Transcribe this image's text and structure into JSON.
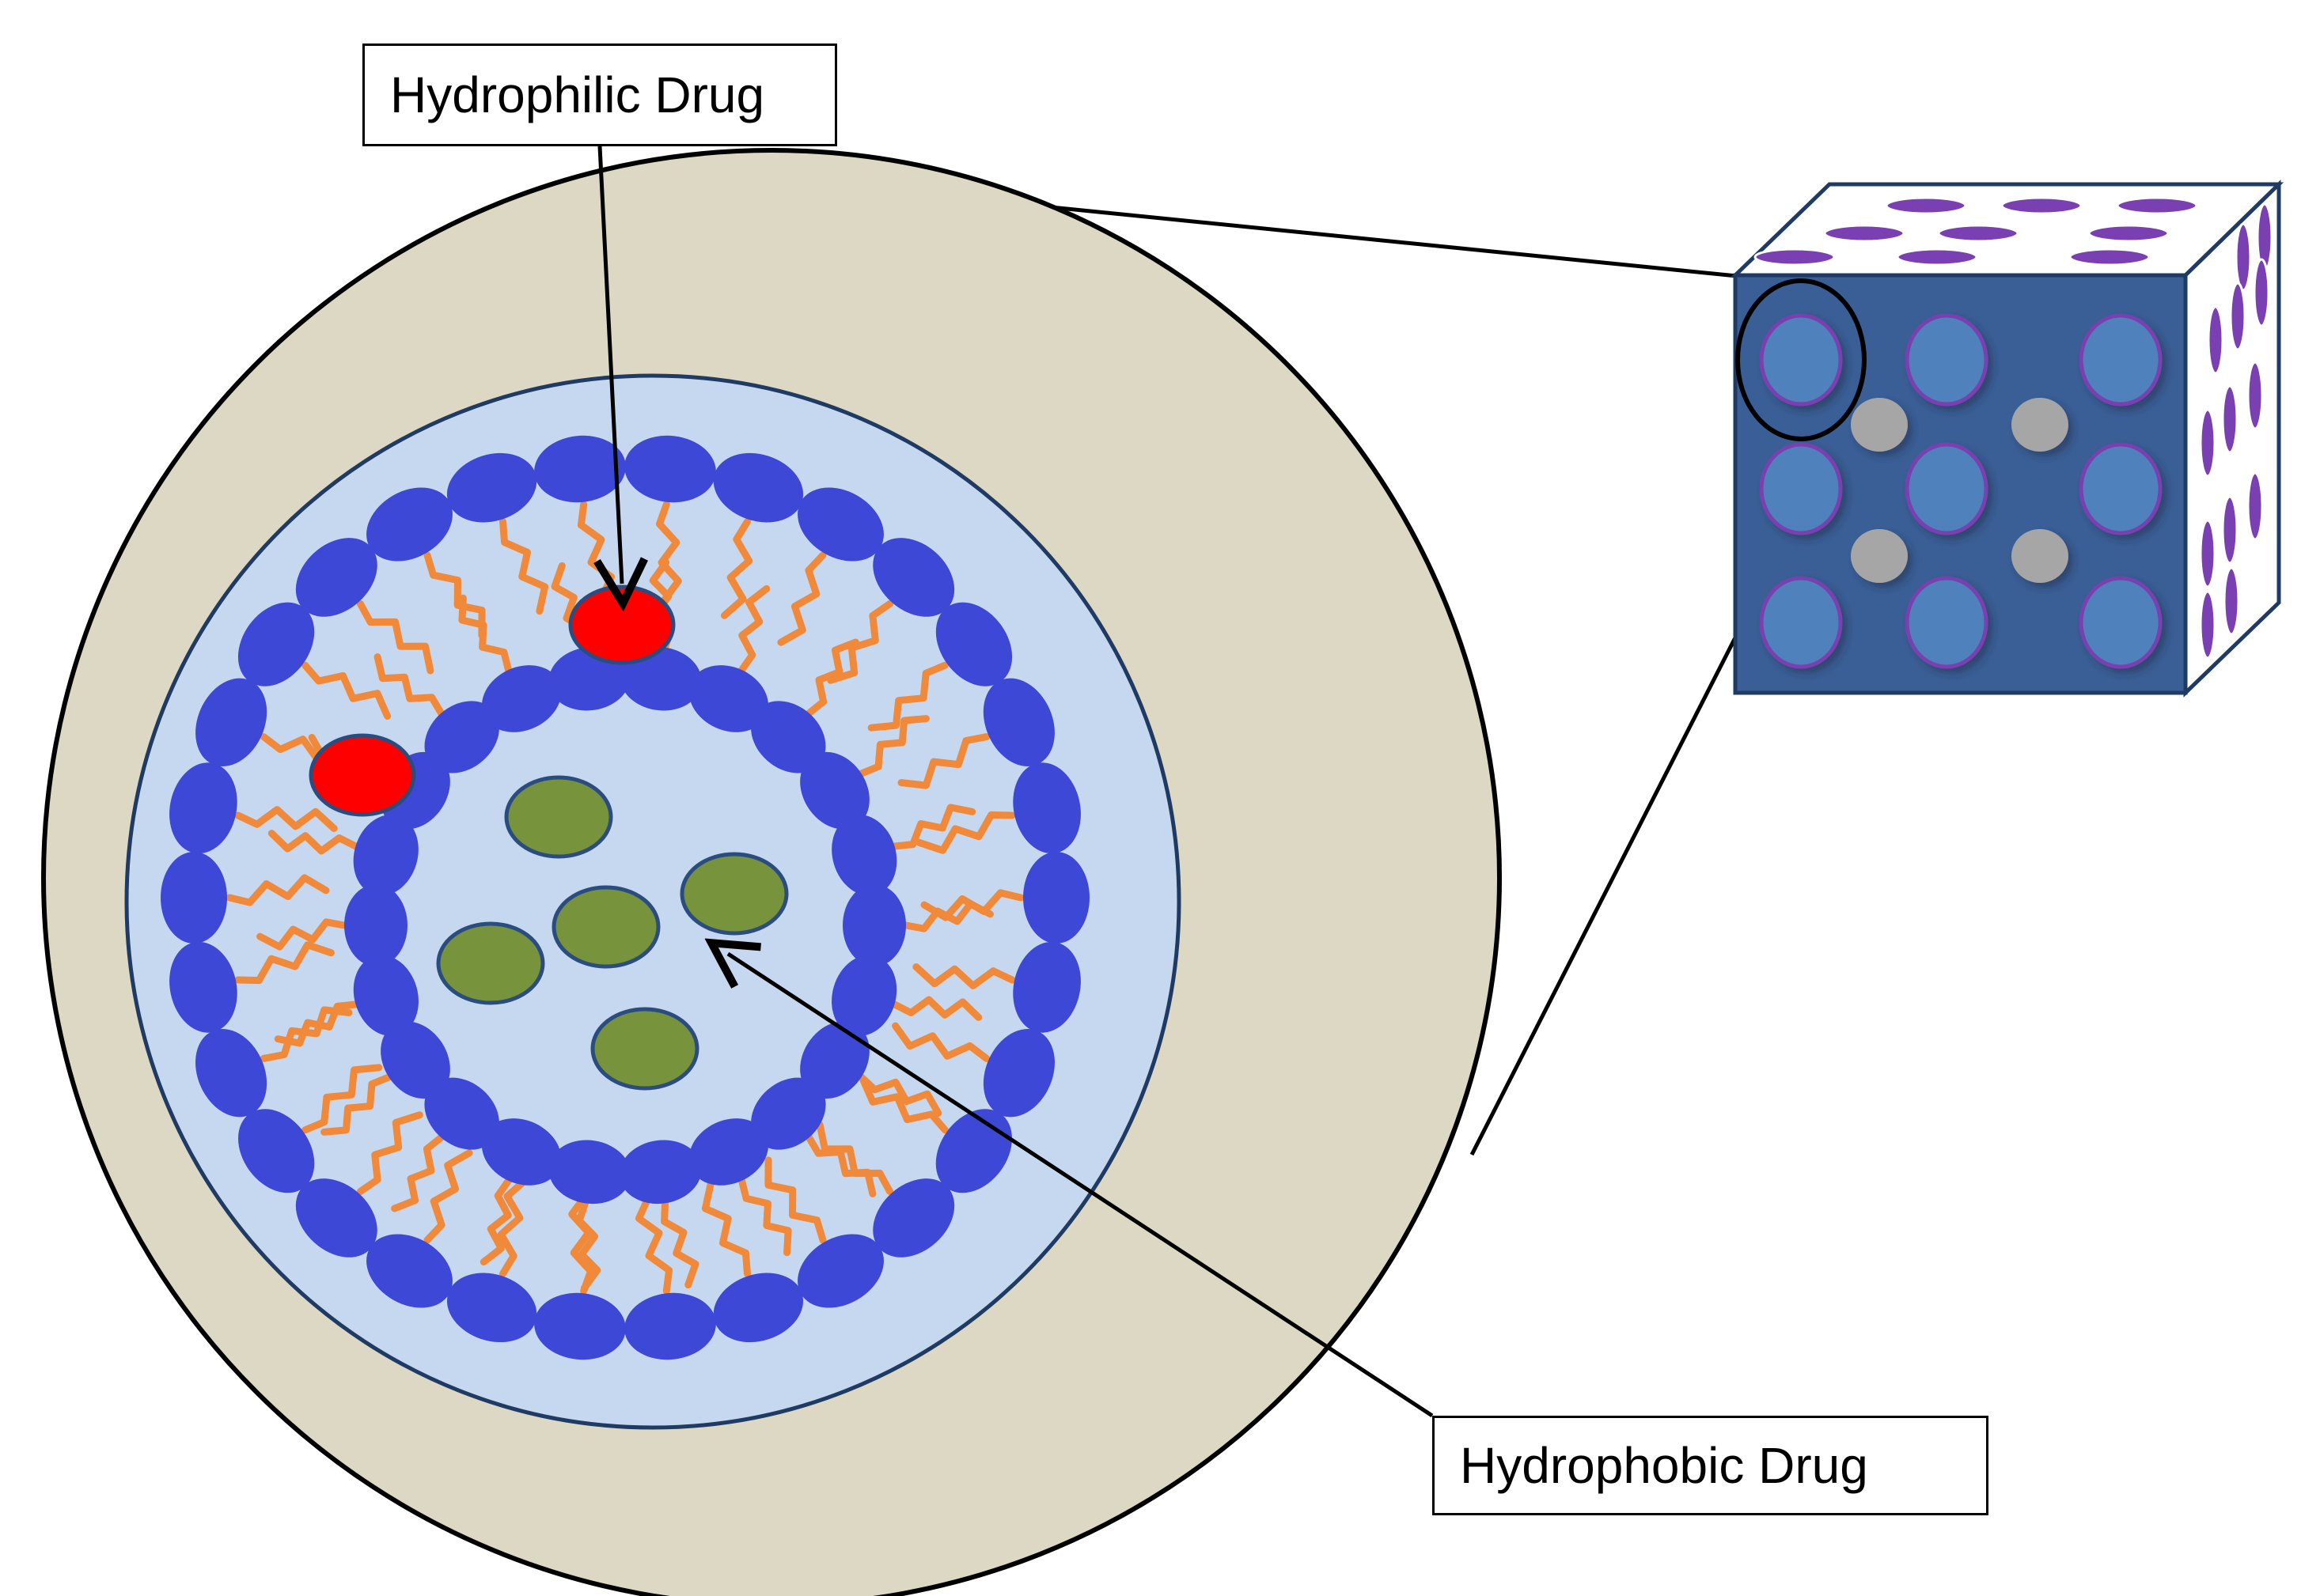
{
  "labels": {
    "hydrophilic": "Hydrophilic Drug",
    "hydrophobic": "Hydrophobic Drug"
  },
  "colors": {
    "outer_particle": "#ddd8c4",
    "vesicle_fill": "#c6d8ef",
    "vesicle_border": "#1f3b63",
    "lipid_head": "#3d48d6",
    "lipid_tail": "#f08a3a",
    "hydrophilic_drug": "#ff0000",
    "hydrophobic_drug": "#77933c",
    "cube_front": "#3a5f96",
    "cube_pore": "#4f81bd",
    "pore_ring": "#7a3fb0",
    "cube_side": "#ffffff",
    "grey_particle": "#a6a6a6"
  },
  "icons": [
    "liposome-diagram",
    "mesoporous-cube-icon"
  ]
}
